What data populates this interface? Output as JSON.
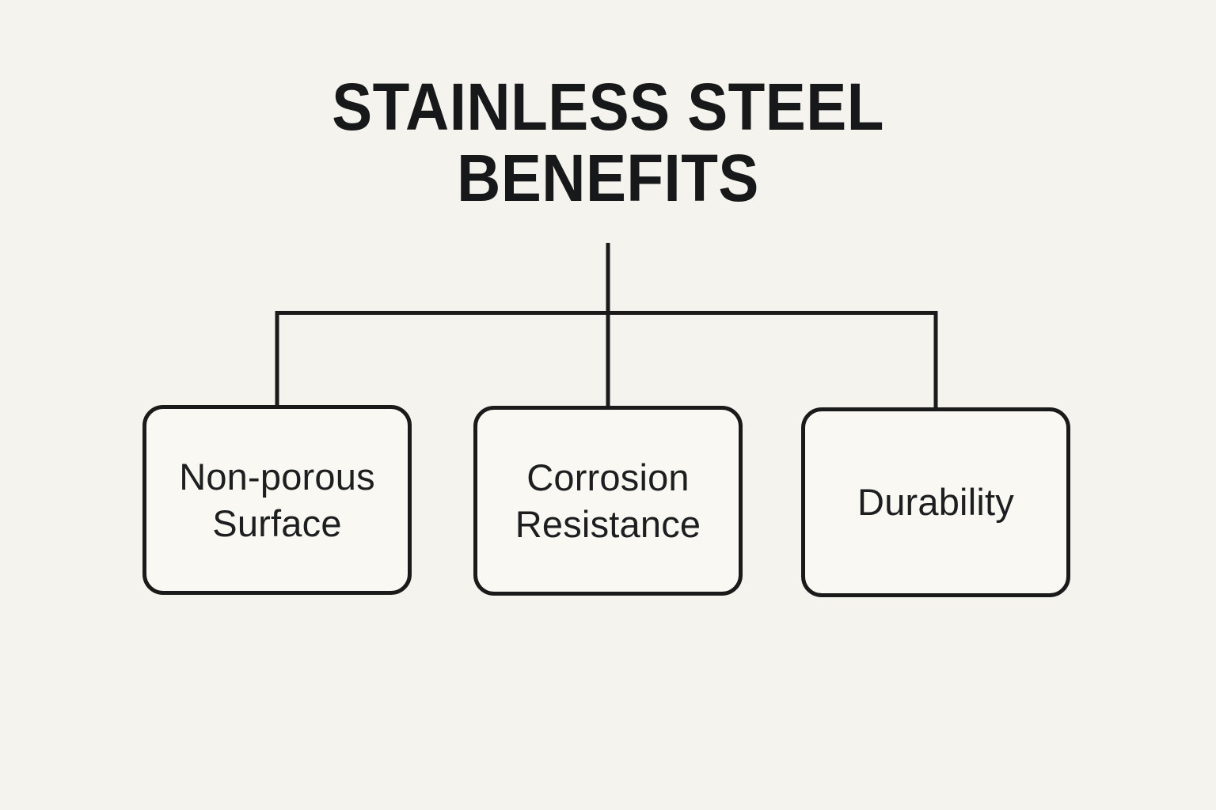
{
  "diagram": {
    "title": "STAINLESS STEEL\nBENEFITS",
    "nodes": [
      {
        "label": "Non-porous\nSurface"
      },
      {
        "label": "Corrosion\nResistance"
      },
      {
        "label": "Durability"
      }
    ],
    "colors": {
      "background": "#f5f3ee",
      "node_fill": "#f9f8f3",
      "line": "#1a1a1a",
      "title_text": "#17181a",
      "node_text": "#1d1e20"
    }
  }
}
